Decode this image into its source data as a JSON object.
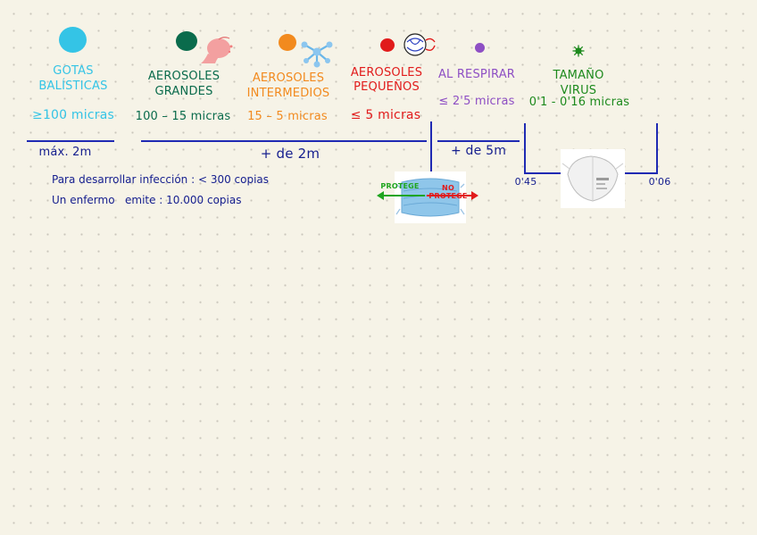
{
  "categories": [
    {
      "id": "gotas",
      "title": "GOTAS BALÍSTICAS",
      "size": "≥100 micras",
      "color": "#34c4e6"
    },
    {
      "id": "grandes",
      "title": "AEROSOLES GRANDES",
      "size": "100 – 15 micras",
      "color": "#0a6b4c"
    },
    {
      "id": "intermedios",
      "title": "AEROSOLES INTERMEDIOS",
      "size": "15 – 5 micras",
      "color": "#f28a1e"
    },
    {
      "id": "pequenos",
      "title": "AEROSOLES PEQUEÑOS",
      "size": "≤ 5 micras",
      "color": "#e11b1b"
    },
    {
      "id": "respirar",
      "title": "AL RESPIRAR",
      "size": "≤ 2'5 micras",
      "color": "#8e4fc4"
    },
    {
      "id": "virus",
      "title": "TAMAÑO VIRUS",
      "size": "0'1 - 0'16 micras",
      "color": "#1d8a1d"
    }
  ],
  "distances": {
    "max2m": "máx. 2m",
    "plus2m": "+ de 2m",
    "plus5m": "+ de 5m"
  },
  "scale": {
    "left": "0'45",
    "right": "0'06"
  },
  "mask": {
    "protege": "PROTEGE",
    "no_protege": "NO PROTEGE"
  },
  "notes": {
    "line1": "Para desarrollar infección : < 300 copias",
    "line2": "Un enfermo   emite : 10.000 copias"
  },
  "colors": {
    "line": "#1f2ab3",
    "text_dark": "#17208f",
    "protege": "#1fa51f",
    "no_protege": "#e11b1b"
  }
}
